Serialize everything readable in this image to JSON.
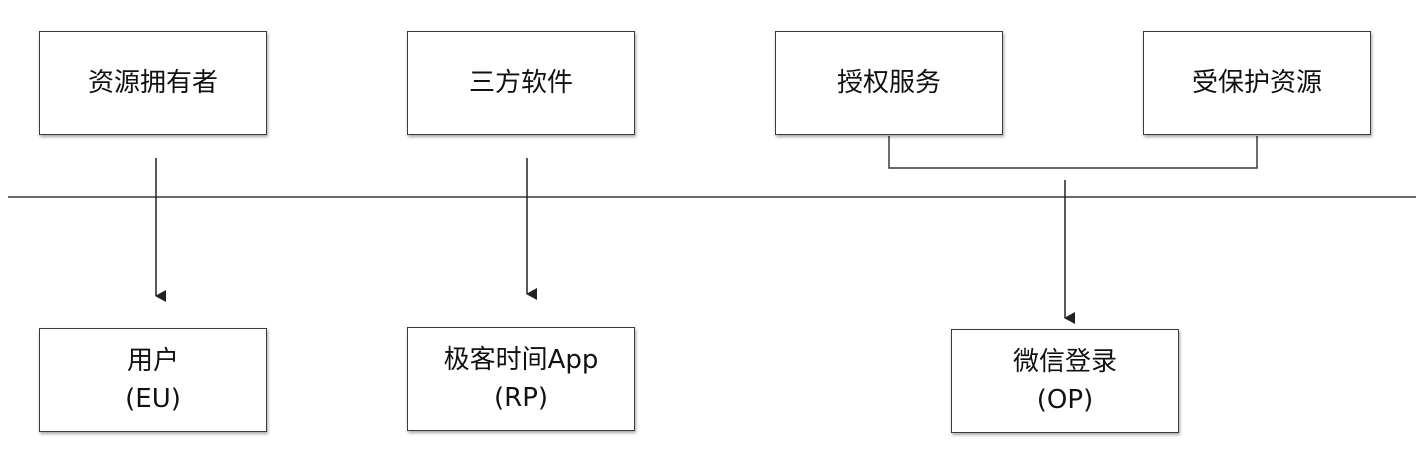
{
  "top_roles": [
    {
      "id": "resource-owner",
      "label": "资源拥有者"
    },
    {
      "id": "third-party-software",
      "label": "三方软件"
    },
    {
      "id": "authorization-service",
      "label": "授权服务"
    },
    {
      "id": "protected-resource",
      "label": "受保护资源"
    }
  ],
  "bottom_entities": [
    {
      "id": "user",
      "name": "用户",
      "abbr": "(EU)"
    },
    {
      "id": "geek-time-app",
      "name": "极客时间App",
      "abbr": "(RP)"
    },
    {
      "id": "wechat-login",
      "name": "微信登录",
      "abbr": "(OP)"
    }
  ],
  "colors": {
    "line": "#3a3a3a",
    "box_border": "#3a3a3a",
    "text": "#111111"
  }
}
